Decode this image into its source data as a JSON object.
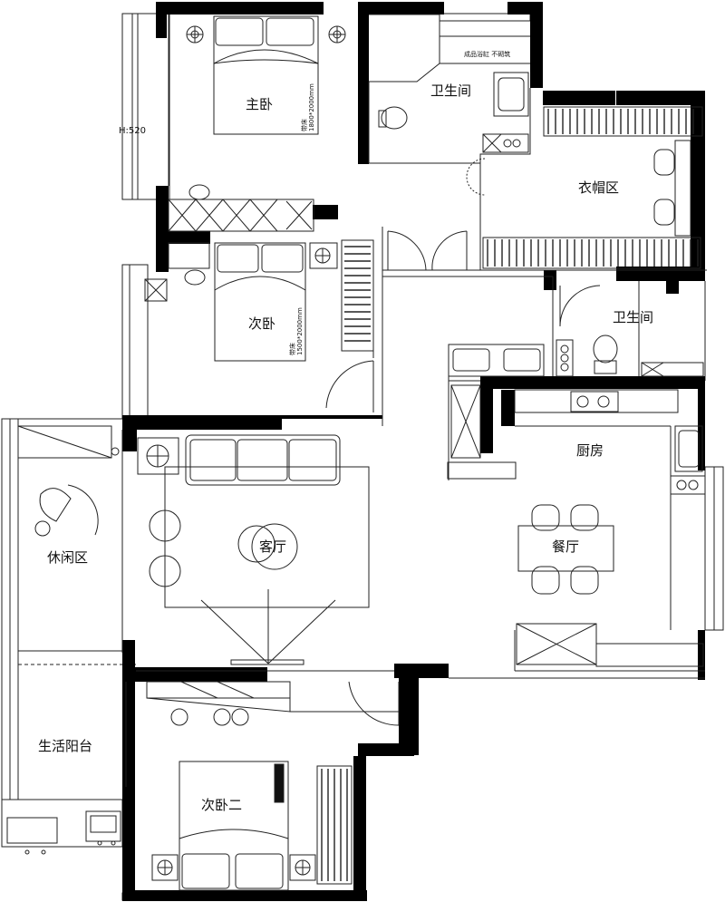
{
  "rooms": {
    "master_bedroom": "主卧",
    "bathroom_1": "卫生间",
    "cloakroom": "衣帽区",
    "second_bedroom": "次卧",
    "bathroom_2": "卫生间",
    "leisure": "休闲区",
    "living": "客厅",
    "kitchen": "厨房",
    "dining": "餐厅",
    "utility_balcony": "生活阳台",
    "second_bedroom_2": "次卧二"
  },
  "annotations": {
    "window_height": "H:520",
    "bathtub_note": "成品浴缸  不砌筑",
    "bed_1": "带床",
    "bed_1_size": "1800*2000mm",
    "bed_2": "带床",
    "bed_2_size": "1500*2000mm"
  },
  "colors": {
    "wall": "#000000",
    "line": "#222222",
    "background": "#ffffff"
  }
}
